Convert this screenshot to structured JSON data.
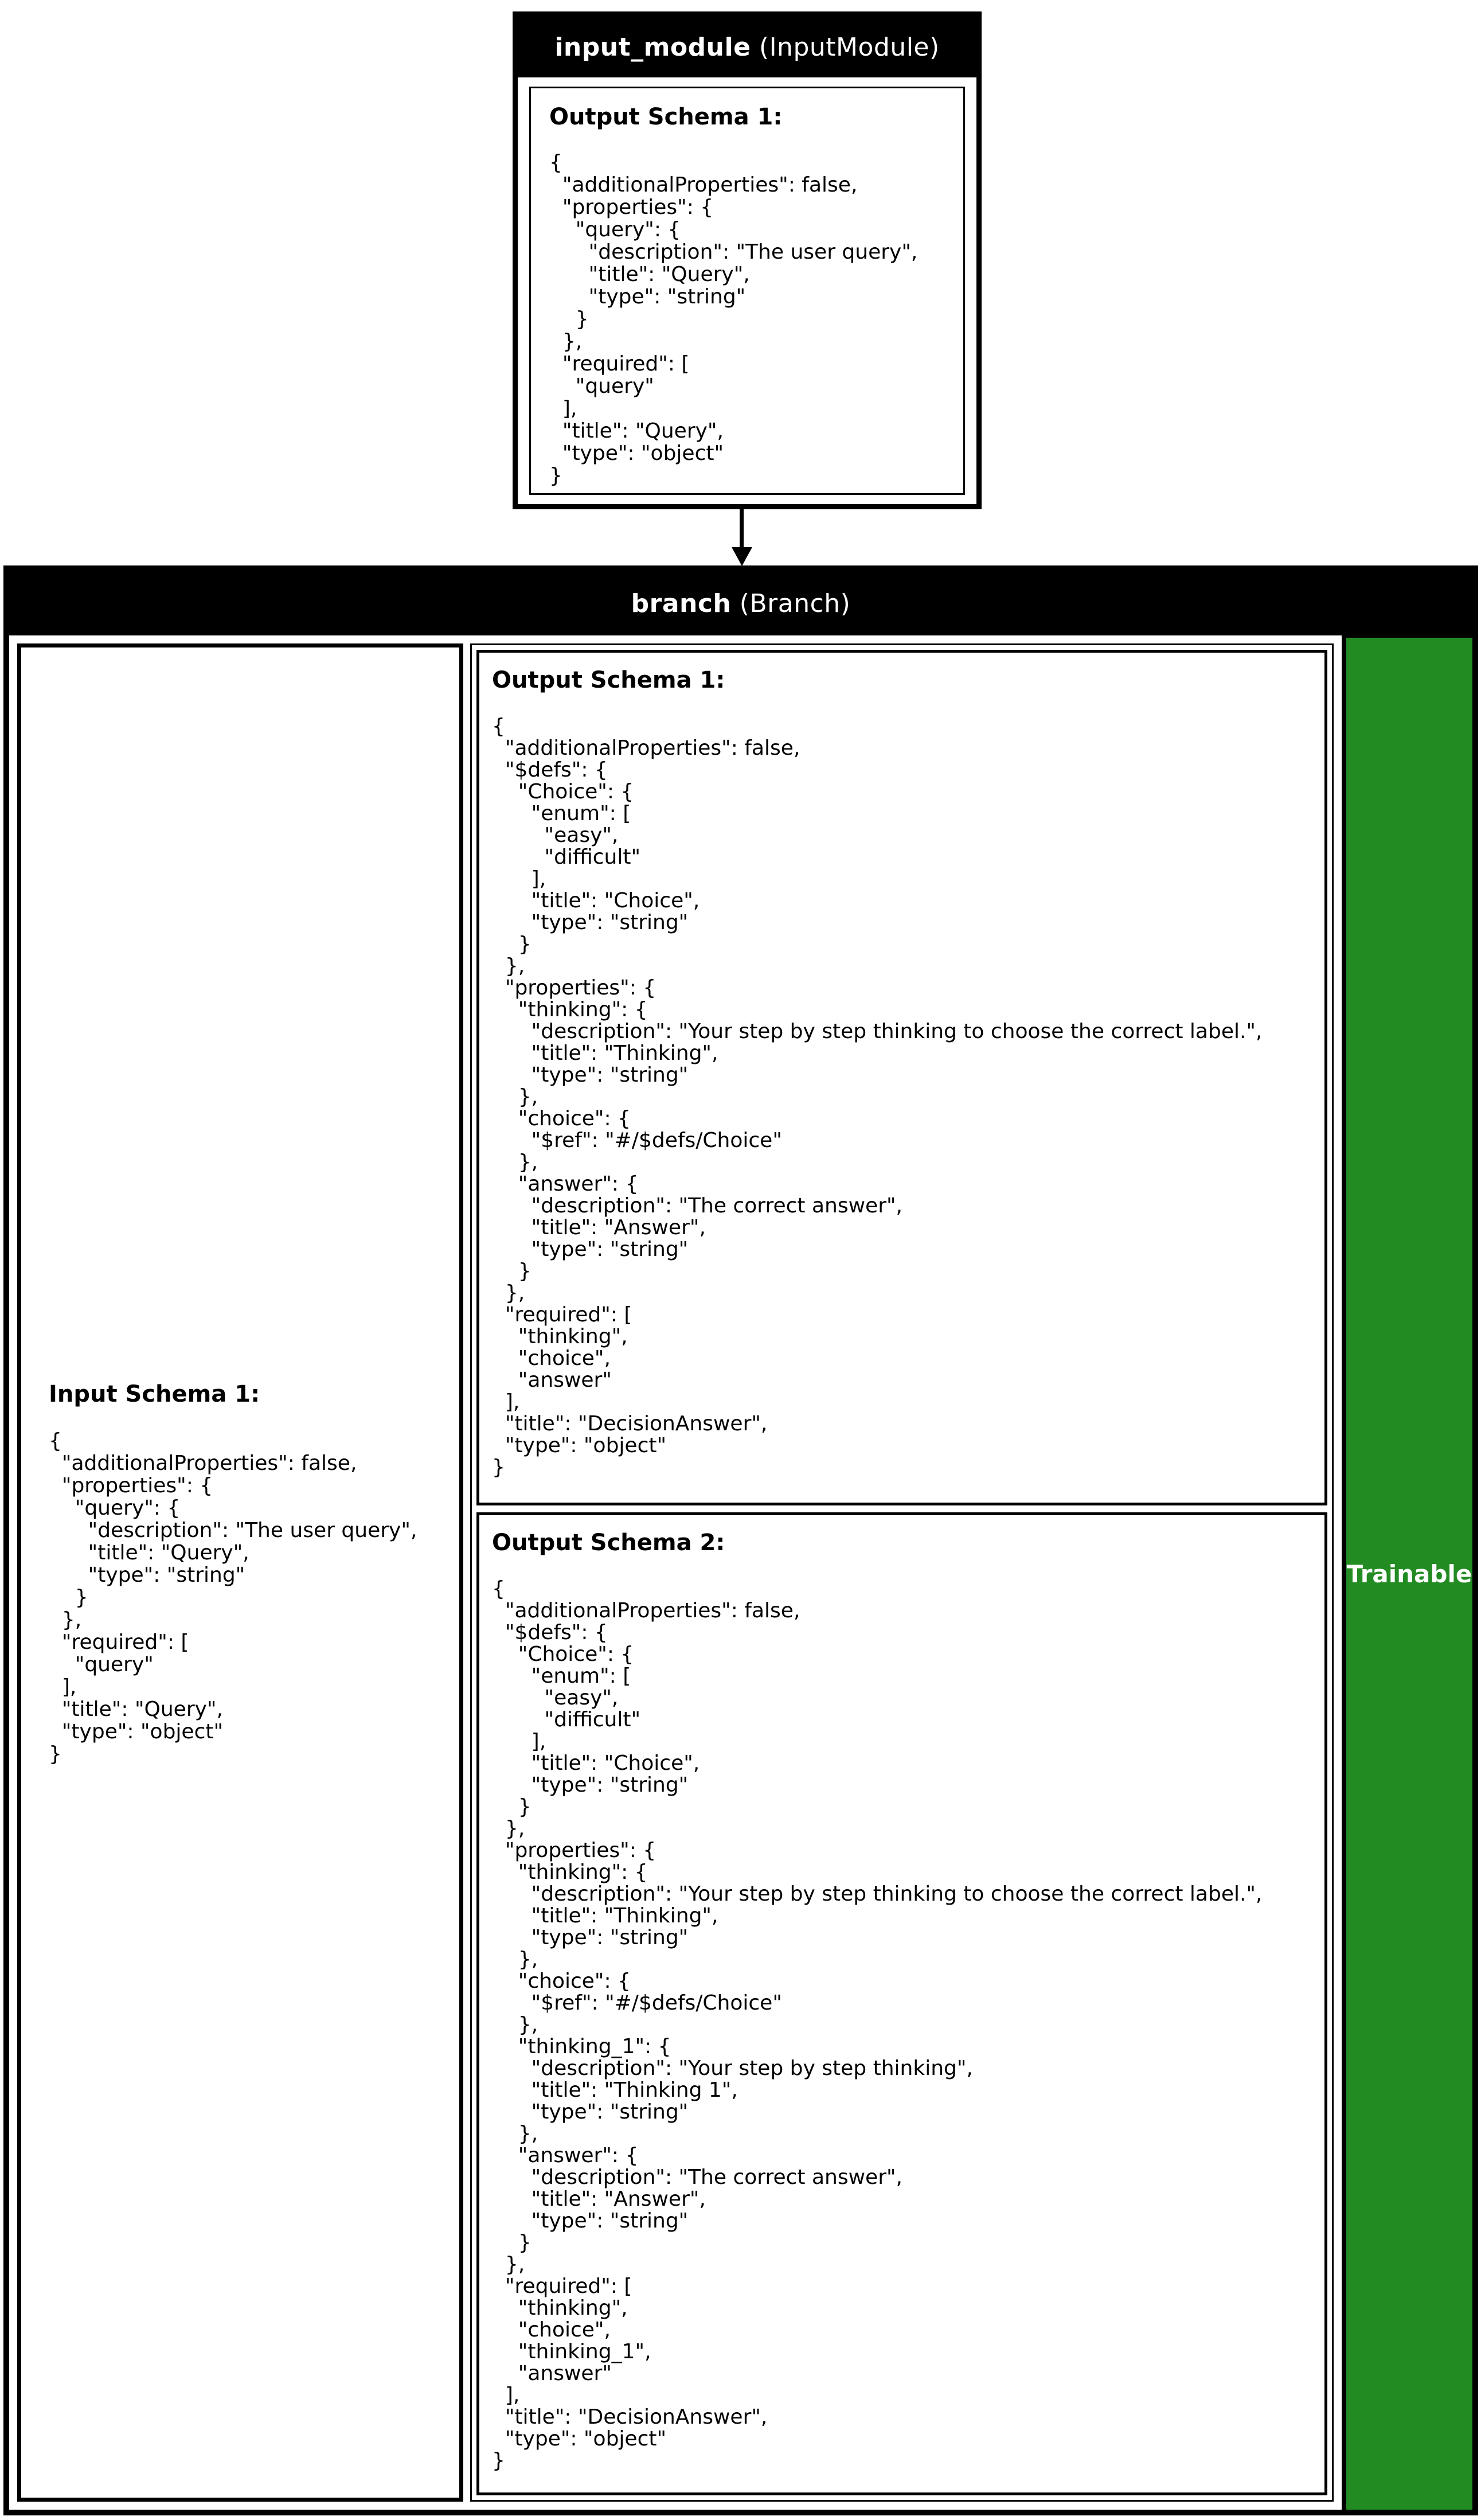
{
  "colors": {
    "node_border": "#000000",
    "header_bg": "#000000",
    "header_fg": "#ffffff",
    "schema_bg": "#ffffff",
    "trainable_bg": "#228B22",
    "trainable_fg": "#ffffff"
  },
  "input_module": {
    "title_bold": "input_module",
    "title_rest": " (InputModule)",
    "output_schema_heading": "Output Schema 1:",
    "output_schema_json": "{\n  \"additionalProperties\": false,\n  \"properties\": {\n    \"query\": {\n      \"description\": \"The user query\",\n      \"title\": \"Query\",\n      \"type\": \"string\"\n    }\n  },\n  \"required\": [\n    \"query\"\n  ],\n  \"title\": \"Query\",\n  \"type\": \"object\"\n}"
  },
  "branch": {
    "title_bold": "branch",
    "title_rest": " (Branch)",
    "input_schema_heading": "Input Schema 1:",
    "input_schema_json": "{\n  \"additionalProperties\": false,\n  \"properties\": {\n    \"query\": {\n      \"description\": \"The user query\",\n      \"title\": \"Query\",\n      \"type\": \"string\"\n    }\n  },\n  \"required\": [\n    \"query\"\n  ],\n  \"title\": \"Query\",\n  \"type\": \"object\"\n}",
    "output_schema_1_heading": "Output Schema 1:",
    "output_schema_1_json": "{\n  \"additionalProperties\": false,\n  \"$defs\": {\n    \"Choice\": {\n      \"enum\": [\n        \"easy\",\n        \"difficult\"\n      ],\n      \"title\": \"Choice\",\n      \"type\": \"string\"\n    }\n  },\n  \"properties\": {\n    \"thinking\": {\n      \"description\": \"Your step by step thinking to choose the correct label.\",\n      \"title\": \"Thinking\",\n      \"type\": \"string\"\n    },\n    \"choice\": {\n      \"$ref\": \"#/$defs/Choice\"\n    },\n    \"answer\": {\n      \"description\": \"The correct answer\",\n      \"title\": \"Answer\",\n      \"type\": \"string\"\n    }\n  },\n  \"required\": [\n    \"thinking\",\n    \"choice\",\n    \"answer\"\n  ],\n  \"title\": \"DecisionAnswer\",\n  \"type\": \"object\"\n}",
    "output_schema_2_heading": "Output Schema 2:",
    "output_schema_2_json": "{\n  \"additionalProperties\": false,\n  \"$defs\": {\n    \"Choice\": {\n      \"enum\": [\n        \"easy\",\n        \"difficult\"\n      ],\n      \"title\": \"Choice\",\n      \"type\": \"string\"\n    }\n  },\n  \"properties\": {\n    \"thinking\": {\n      \"description\": \"Your step by step thinking to choose the correct label.\",\n      \"title\": \"Thinking\",\n      \"type\": \"string\"\n    },\n    \"choice\": {\n      \"$ref\": \"#/$defs/Choice\"\n    },\n    \"thinking_1\": {\n      \"description\": \"Your step by step thinking\",\n      \"title\": \"Thinking 1\",\n      \"type\": \"string\"\n    },\n    \"answer\": {\n      \"description\": \"The correct answer\",\n      \"title\": \"Answer\",\n      \"type\": \"string\"\n    }\n  },\n  \"required\": [\n    \"thinking\",\n    \"choice\",\n    \"thinking_1\",\n    \"answer\"\n  ],\n  \"title\": \"DecisionAnswer\",\n  \"type\": \"object\"\n}",
    "trainable_label": "Trainable"
  }
}
